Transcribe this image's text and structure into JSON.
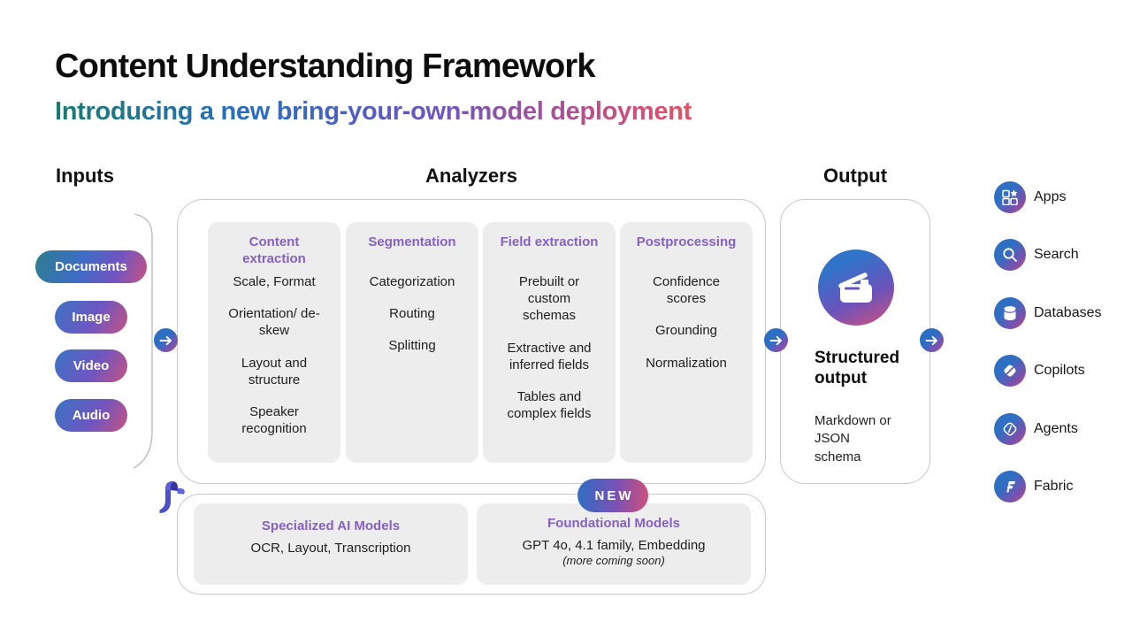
{
  "header": {
    "title": "Content Understanding Framework",
    "subtitle": "Introducing a new bring-your-own-model deployment"
  },
  "sections": {
    "inputs": "Inputs",
    "analyzers": "Analyzers",
    "output": "Output"
  },
  "inputs": {
    "items": [
      "Documents",
      "Image",
      "Video",
      "Audio"
    ]
  },
  "analyzers": {
    "columns": [
      {
        "title": "Content extraction",
        "items": [
          "Scale, Format",
          "Orientation/ de-skew",
          "Layout and structure",
          "Speaker recognition"
        ]
      },
      {
        "title": "Segmentation",
        "items": [
          "Categorization",
          "Routing",
          "Splitting"
        ]
      },
      {
        "title": "Field extraction",
        "items": [
          "Prebuilt or custom schemas",
          "Extractive and inferred fields",
          "Tables and complex fields"
        ]
      },
      {
        "title": "Postprocessing",
        "items": [
          "Confidence scores",
          "Grounding",
          "Normalization"
        ]
      }
    ]
  },
  "output": {
    "icon": "content-understanding-icon",
    "heading": "Structured output",
    "detail": "Markdown or JSON schema"
  },
  "destinations": [
    {
      "label": "Apps",
      "icon": "apps-icon"
    },
    {
      "label": "Search",
      "icon": "search-icon"
    },
    {
      "label": "Databases",
      "icon": "databases-icon"
    },
    {
      "label": "Copilots",
      "icon": "copilots-icon"
    },
    {
      "label": "Agents",
      "icon": "agents-icon"
    },
    {
      "label": "Fabric",
      "icon": "fabric-icon"
    }
  ],
  "models": {
    "badge": "NEW",
    "foundry_icon": "ai-foundry-icon",
    "cards": [
      {
        "title": "Specialized AI Models",
        "detail": "OCR, Layout, Transcription",
        "note": ""
      },
      {
        "title": "Foundational Models",
        "detail": "GPT 4o, 4.1 family, Embedding",
        "note": "(more coming soon)"
      }
    ]
  },
  "colors": {
    "accent_purple": "#8661C5",
    "gradient_teal": "#1B7A6E",
    "gradient_blue": "#2B6FC6",
    "gradient_purple": "#7156C0",
    "gradient_pink": "#E8506E",
    "card_gray": "#EDEDEE",
    "border_gray": "#C9C9C9"
  }
}
